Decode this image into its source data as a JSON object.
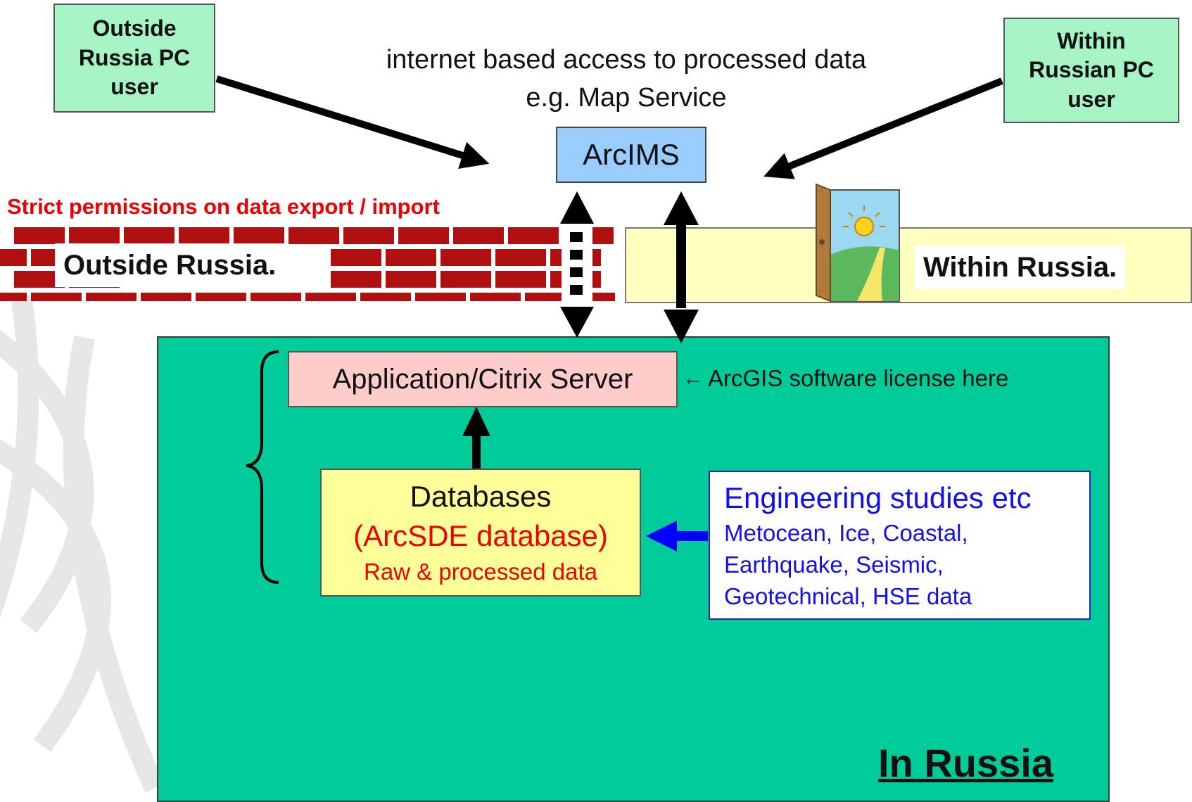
{
  "outside_user": {
    "label_line1": "Outside",
    "label_line2": "Russia PC",
    "label_line3": "user"
  },
  "within_user": {
    "label_line1": "Within",
    "label_line2": "Russian PC",
    "label_line3": "user"
  },
  "internet_note": {
    "line1": "internet based access to processed data",
    "line2": "e.g. Map Service"
  },
  "arcims": {
    "label": "ArcIMS"
  },
  "permissions_note": {
    "text": "Strict permissions on data export / import"
  },
  "outside_zone": {
    "label": "Outside Russia."
  },
  "within_zone": {
    "label": "Within Russia."
  },
  "app_server": {
    "label": "Application/Citrix Server",
    "license_note": "ArcGIS software license here"
  },
  "databases": {
    "title": "Databases",
    "subtitle": "(ArcSDE database)",
    "detail": "Raw & processed data"
  },
  "engineering": {
    "title": "Engineering studies etc",
    "line1": "Metocean, Ice, Coastal,",
    "line2": "Earthquake, Seismic,",
    "line3": "Geotechnical, HSE data"
  },
  "in_russia": {
    "label": "In Russia"
  },
  "colors": {
    "user_box": "#a6f3c6",
    "arcims_box": "#99ccff",
    "in_russia_zone": "#00cc99",
    "app_server_box": "#ffcccc",
    "databases_box": "#ffff99",
    "within_band": "#ffffc0",
    "brick": "#b01010",
    "permission_text": "#ee0000",
    "engineering_text": "#1010ee",
    "arrow_blue": "#0000ff"
  },
  "icons": [
    "open-door-icon",
    "sun-icon",
    "brick-wall-icon"
  ]
}
